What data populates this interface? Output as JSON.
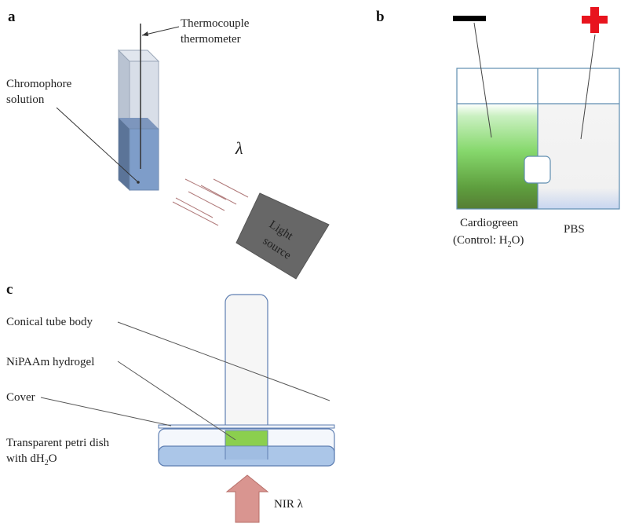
{
  "panel_a": {
    "letter": "a",
    "thermo_label_1": "Thermocouple",
    "thermo_label_2": "thermometer",
    "chromo_label_1": "Chromophore",
    "chromo_label_2": "solution",
    "lambda": "λ",
    "light_1": "Light",
    "light_2": "source"
  },
  "panel_b": {
    "letter": "b",
    "left_label_1": "Cardiogreen",
    "left_label_2_pre": "(Control: H",
    "left_label_2_sub": "2",
    "left_label_2_post": "O)",
    "right_label": "PBS",
    "minus_color": "#000000",
    "plus_color": "#e8141e"
  },
  "panel_c": {
    "letter": "c",
    "tube_label": "Conical tube body",
    "hydrogel_label": "NiPAAm hydrogel",
    "cover_label": "Cover",
    "dish_label_1": "Transparent petri dish",
    "dish_label_2_pre": "with dH",
    "dish_label_2_sub": "2",
    "dish_label_2_post": "O",
    "nir_label": "NIR λ",
    "arrow_color": "#d99590"
  }
}
